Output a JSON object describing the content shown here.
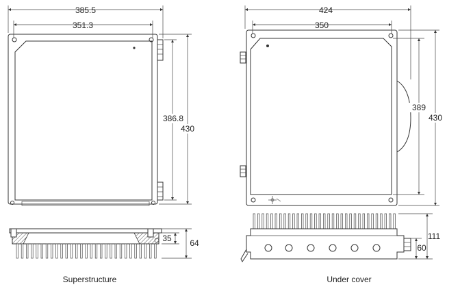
{
  "drawings": {
    "superstructure": {
      "caption": "Superstructure",
      "dims": {
        "outer_width": "385.5",
        "inner_width": "351.3",
        "inner_height": "386.8",
        "outer_height": "430",
        "side_small": "35",
        "side_height": "64"
      }
    },
    "under_cover": {
      "caption": "Under cover",
      "dims": {
        "outer_width": "424",
        "inner_width": "350",
        "inner_height": "389",
        "outer_height": "430",
        "side_height": "111",
        "side_small": "60"
      }
    }
  }
}
